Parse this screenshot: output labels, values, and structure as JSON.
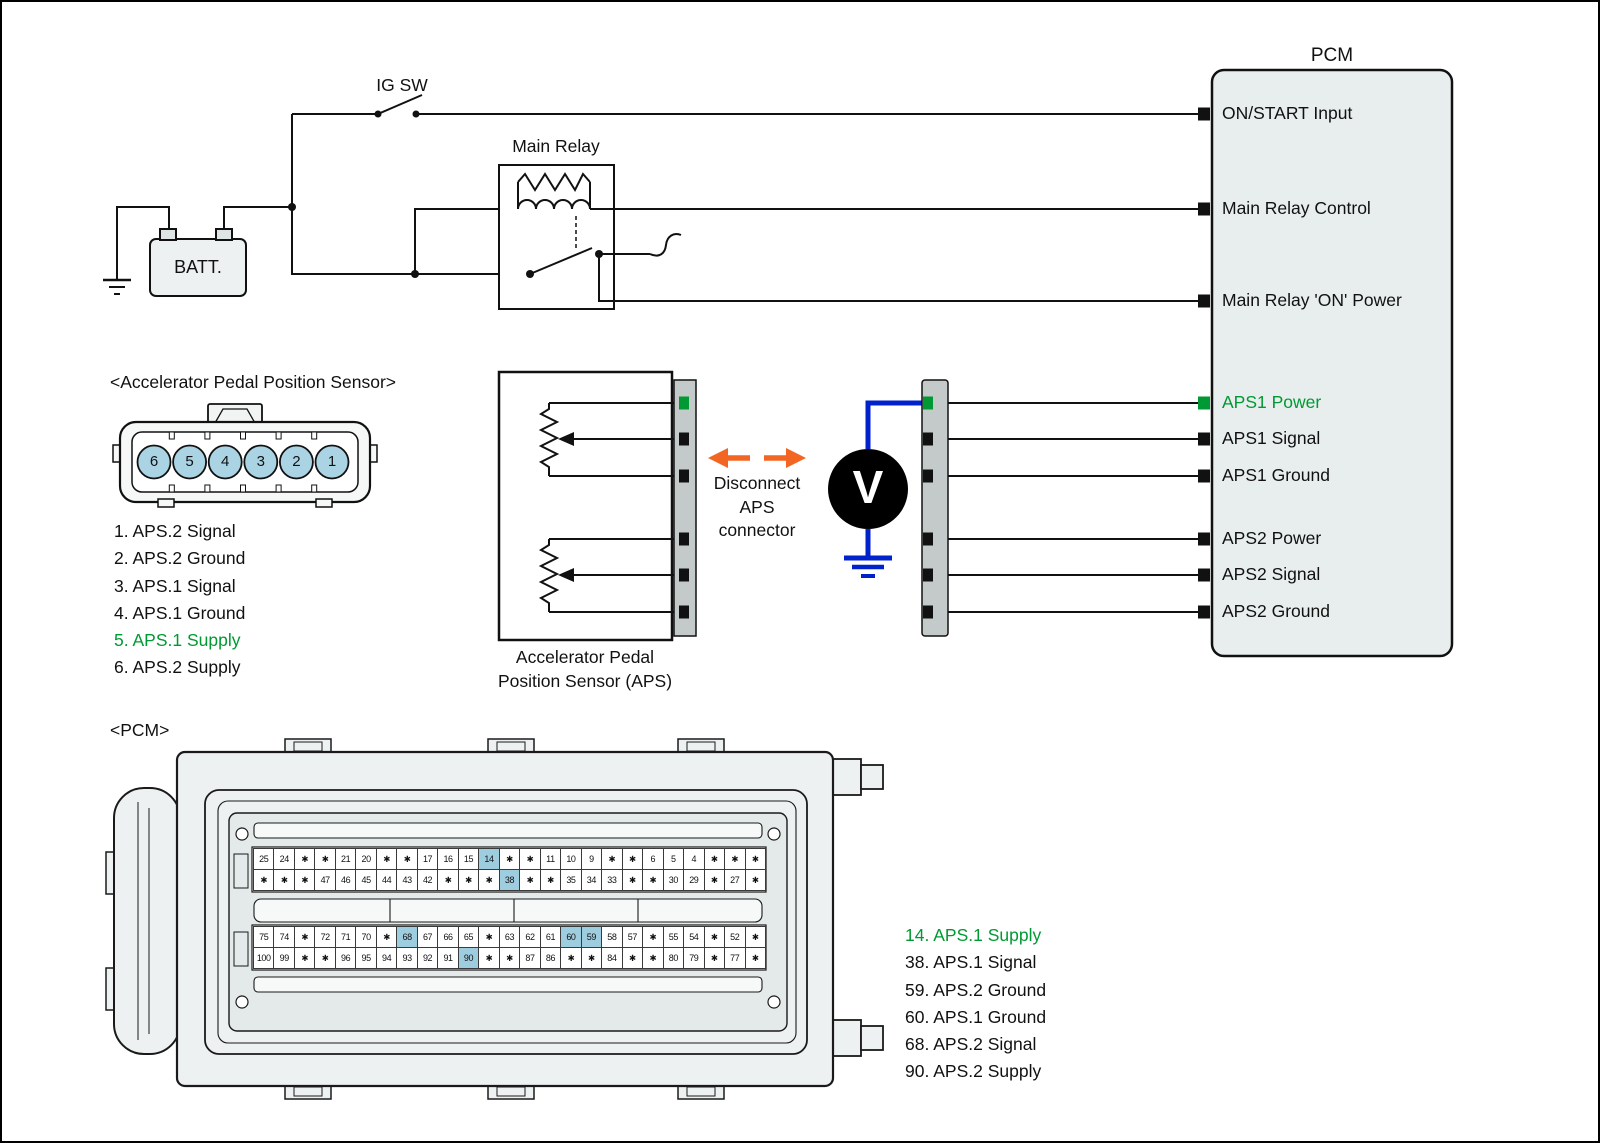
{
  "colors": {
    "green": "#009933",
    "orange": "#f26522",
    "blue": "#0022cc",
    "pin_circle_blue": "#aad4e4",
    "highlight_blue": "#9fcde0",
    "pcm_fill": "#e8eded"
  },
  "top_diagram": {
    "ig_sw_label": "IG SW",
    "main_relay_label": "Main Relay",
    "battery_label": "BATT.",
    "pcm_title": "PCM",
    "pcm_pins": [
      {
        "label": "ON/START Input",
        "green": false
      },
      {
        "label": "Main Relay Control",
        "green": false
      },
      {
        "label": "Main Relay 'ON' Power",
        "green": false
      },
      {
        "label": "APS1 Power",
        "green": true
      },
      {
        "label": "APS1 Signal",
        "green": false
      },
      {
        "label": "APS1 Ground",
        "green": false
      },
      {
        "label": "APS2 Power",
        "green": false
      },
      {
        "label": "APS2 Signal",
        "green": false
      },
      {
        "label": "APS2 Ground",
        "green": false
      }
    ],
    "voltmeter_label": "V",
    "disconnect_note": [
      "Disconnect",
      "APS",
      "connector"
    ],
    "aps_box_caption": [
      "Accelerator Pedal",
      "Position Sensor (APS)"
    ]
  },
  "aps_connector": {
    "header": "<Accelerator Pedal Position Sensor>",
    "pin_numbers": [
      "6",
      "5",
      "4",
      "3",
      "2",
      "1"
    ],
    "legend": [
      {
        "text": "1. APS.2 Signal",
        "green": false
      },
      {
        "text": "2. APS.2 Ground",
        "green": false
      },
      {
        "text": "3. APS.1 Signal",
        "green": false
      },
      {
        "text": "4. APS.1 Ground",
        "green": false
      },
      {
        "text": "5. APS.1 Supply",
        "green": true
      },
      {
        "text": "6. APS.2 Supply",
        "green": false
      }
    ]
  },
  "pcm_connector": {
    "header": "<PCM>",
    "rows": [
      [
        "25",
        "24",
        "✱",
        "✱",
        "21",
        "20",
        "✱",
        "✱",
        "17",
        "16",
        "15",
        "14",
        "✱",
        "✱",
        "11",
        "10",
        "9",
        "✱",
        "✱",
        "6",
        "5",
        "4",
        "✱",
        "✱",
        "✱"
      ],
      [
        "✱",
        "✱",
        "✱",
        "47",
        "46",
        "45",
        "44",
        "43",
        "42",
        "✱",
        "✱",
        "✱",
        "38",
        "✱",
        "✱",
        "35",
        "34",
        "33",
        "✱",
        "✱",
        "30",
        "29",
        "✱",
        "27",
        "✱"
      ],
      [
        "75",
        "74",
        "✱",
        "72",
        "71",
        "70",
        "✱",
        "68",
        "67",
        "66",
        "65",
        "✱",
        "63",
        "62",
        "61",
        "60",
        "59",
        "58",
        "57",
        "✱",
        "55",
        "54",
        "✱",
        "52",
        "✱"
      ],
      [
        "100",
        "99",
        "✱",
        "✱",
        "96",
        "95",
        "94",
        "93",
        "92",
        "91",
        "90",
        "✱",
        "✱",
        "87",
        "86",
        "✱",
        "✱",
        "84",
        "✱",
        "✱",
        "80",
        "79",
        "✱",
        "77",
        "✱"
      ]
    ],
    "highlighted": [
      "14",
      "38",
      "59",
      "60",
      "68",
      "90"
    ],
    "legend": [
      {
        "text": "14. APS.1 Supply",
        "green": true
      },
      {
        "text": "38. APS.1 Signal",
        "green": false
      },
      {
        "text": "59. APS.2 Ground",
        "green": false
      },
      {
        "text": "60. APS.1 Ground",
        "green": false
      },
      {
        "text": "68. APS.2 Signal",
        "green": false
      },
      {
        "text": "90. APS.2 Supply",
        "green": false
      }
    ]
  }
}
